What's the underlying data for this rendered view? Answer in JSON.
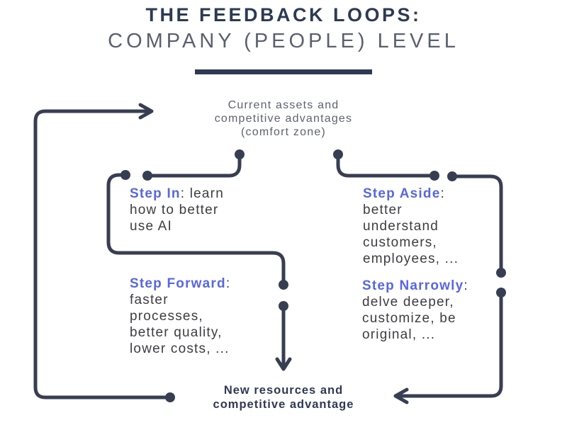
{
  "colors": {
    "line": "#383e52",
    "title": "#2e3a52",
    "subtitle": "#5b606e",
    "muted_text": "#5f6370",
    "accent_blue": "#5867e0",
    "body_text": "#3d3d42",
    "bg": "#ffffff"
  },
  "header": {
    "title": "THE FEEDBACK LOOPS:",
    "subtitle": "COMPANY (PEOPLE) LEVEL"
  },
  "nodes": {
    "top": "Current assets and\ncompetitive advantages\n(comfort zone)",
    "bottom": "New resources and\ncompetitive advantage"
  },
  "steps": [
    {
      "name": "Step In",
      "description": ": learn\nhow to better\nuse AI"
    },
    {
      "name": "Step Aside",
      "description": ":\nbetter\nunderstand\ncustomers,\nemployees, ..."
    },
    {
      "name": "Step Forward",
      "description": ":\nfaster\nprocesses,\nbetter quality,\nlower costs, ..."
    },
    {
      "name": "Step Narrowly",
      "description": ":\ndelve deeper,\ncustomize, be\noriginal, ..."
    }
  ]
}
